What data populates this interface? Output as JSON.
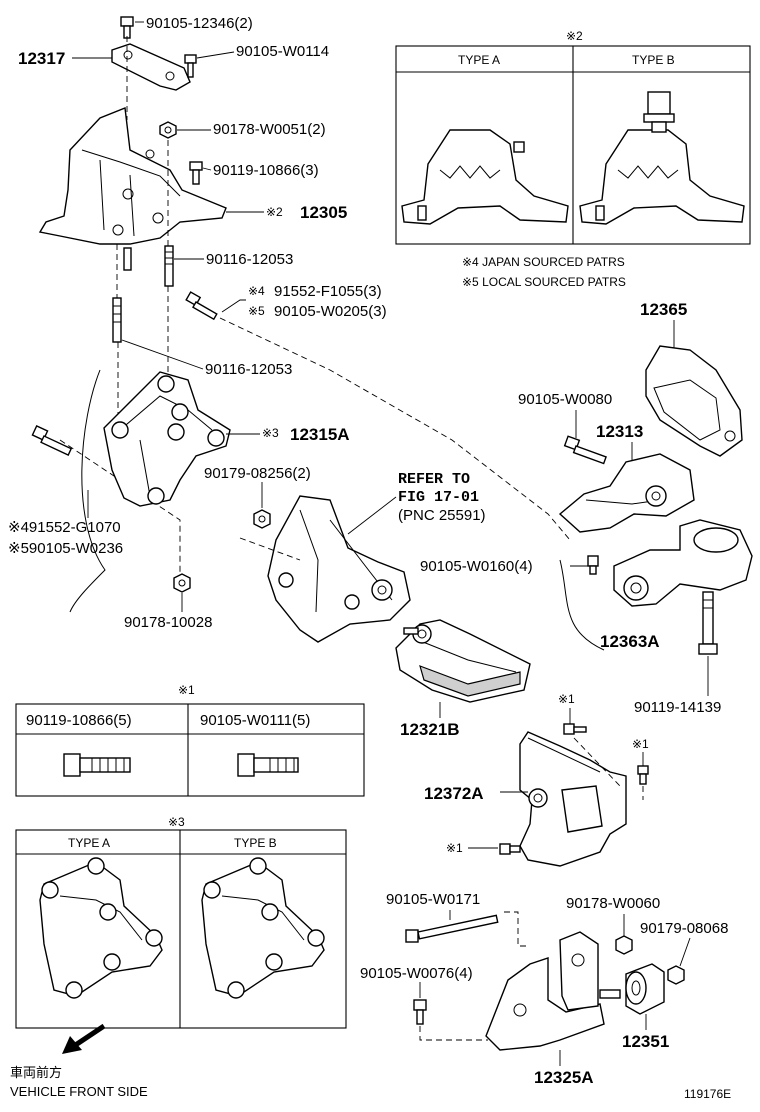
{
  "colors": {
    "ink": "#000000",
    "shade": "#cfcfcf",
    "paper": "#ffffff"
  },
  "labels": {
    "p_90105_12346": "90105-12346(2)",
    "p_12317": "12317",
    "p_90105_W0114": "90105-W0114",
    "p_90178_W0051": "90178-W0051(2)",
    "p_90119_10866": "90119-10866(3)",
    "p_12305_mark": "※2",
    "p_12305": "12305",
    "p_90116_a": "90116-12053",
    "p_91552_F1055_mark": "※4",
    "p_91552_F1055": "91552-F1055(3)",
    "p_90105_W0205_mark": "※5",
    "p_90105_W0205": "90105-W0205(3)",
    "p_90116_b": "90116-12053",
    "p_12315A_mark": "※3",
    "p_12315A": "12315A",
    "p_90179_08256": "90179-08256(2)",
    "p_refer_1": "REFER TO",
    "p_refer_2": "FIG 17-01",
    "p_refer_3": "(PNC 25591)",
    "p_91552_G1070": "※491552-G1070",
    "p_90105_W0236": "※590105-W0236",
    "p_90178_10028": "90178-10028",
    "p_12365": "12365",
    "p_90105_W0080": "90105-W0080",
    "p_12313": "12313",
    "p_90105_W0160": "90105-W0160(4)",
    "p_12363A": "12363A",
    "p_90119_14139": "90119-14139",
    "p_12321B": "12321B",
    "p_12372A": "12372A",
    "p_mark_1a": "※1",
    "p_mark_1b": "※1",
    "p_mark_1c": "※1",
    "p_90105_W0171": "90105-W0171",
    "p_90178_W0060": "90178-W0060",
    "p_90179_08068": "90179-08068",
    "p_90105_W0076": "90105-W0076(4)",
    "p_12351": "12351",
    "p_12325A": "12325A"
  },
  "box2": {
    "mark": "※2",
    "type_a": "TYPE A",
    "type_b": "TYPE B"
  },
  "notes": {
    "japan": "※4 JAPAN SOURCED PATRS",
    "local": "※5 LOCAL SOURCED PATRS"
  },
  "table1": {
    "mark": "※1",
    "col_a": "90119-10866(5)",
    "col_b": "90105-W0111(5)"
  },
  "box3": {
    "mark": "※3",
    "type_a": "TYPE A",
    "type_b": "TYPE B"
  },
  "footer": {
    "jp": "車両前方",
    "en": "VEHICLE FRONT SIDE",
    "fig_id": "119176E"
  }
}
